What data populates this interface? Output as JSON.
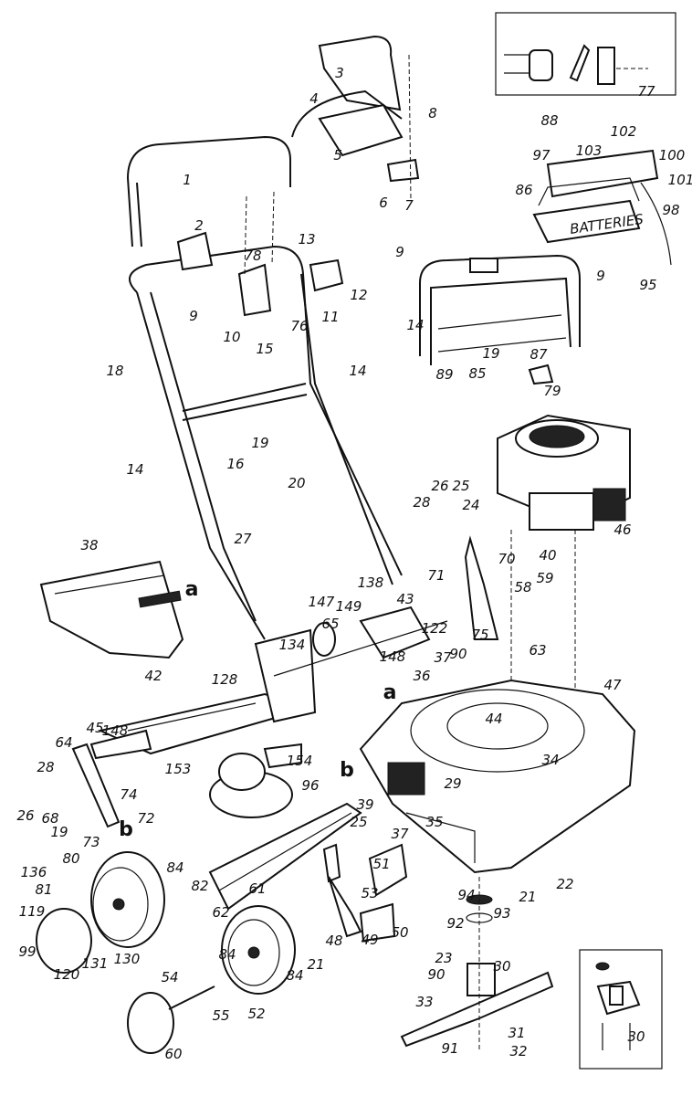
{
  "title": "",
  "part_labels": [
    "1",
    "2",
    "3",
    "4",
    "5",
    "6",
    "7",
    "8",
    "9",
    "9",
    "10",
    "11",
    "12",
    "13",
    "14",
    "15",
    "16",
    "18",
    "19",
    "20",
    "27",
    "14",
    "78",
    "76",
    "9",
    "14",
    "19",
    "85",
    "87",
    "89",
    "79",
    "95",
    "98",
    "101",
    "100",
    "102",
    "103",
    "88",
    "97",
    "86",
    "77",
    "46",
    "40",
    "28",
    "26",
    "25",
    "24",
    "70",
    "71",
    "58",
    "59",
    "43",
    "138",
    "147",
    "65",
    "149",
    "122",
    "75",
    "63",
    "37",
    "90",
    "148",
    "134",
    "128",
    "42",
    "38",
    "36",
    "47",
    "44",
    "34",
    "29",
    "39",
    "25",
    "37",
    "35",
    "51",
    "53",
    "22",
    "21",
    "94",
    "93",
    "92",
    "23",
    "90",
    "30",
    "33",
    "31",
    "91",
    "32",
    "30",
    "50",
    "49",
    "48",
    "21",
    "84",
    "52",
    "84",
    "55",
    "54",
    "60",
    "61",
    "62",
    "82",
    "84",
    "130",
    "131",
    "120",
    "99",
    "119",
    "81",
    "136",
    "80",
    "73",
    "19",
    "72",
    "74",
    "68",
    "26",
    "28",
    "64",
    "45",
    "148",
    "153",
    "154",
    "96"
  ],
  "reference_letters": [
    "a",
    "a",
    "b",
    "b"
  ],
  "battery_text": "BATTERIES",
  "stroke_color": "#111111",
  "background_color": "#ffffff"
}
